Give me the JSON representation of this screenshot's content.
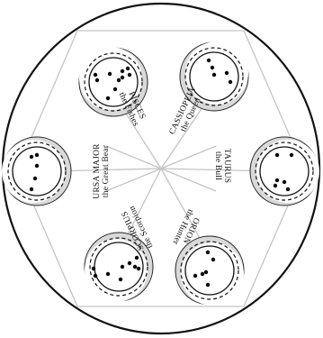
{
  "constellations": [
    {
      "id": "pisces",
      "name": "PISCES",
      "subtitle": "the Fishes"
    },
    {
      "id": "cassiopeia",
      "name": "CASSIOPEIA",
      "subtitle": "the Queen"
    },
    {
      "id": "ursa-major",
      "name": "URSA MAJOR",
      "subtitle": "the Great Bear"
    },
    {
      "id": "taurus",
      "name": "TAURUS",
      "subtitle": "the Bull"
    },
    {
      "id": "scorpius",
      "name": "SCORPIUS",
      "subtitle": "the Scorpion"
    },
    {
      "id": "orion",
      "name": "ORION",
      "subtitle": "the Hunter"
    }
  ]
}
